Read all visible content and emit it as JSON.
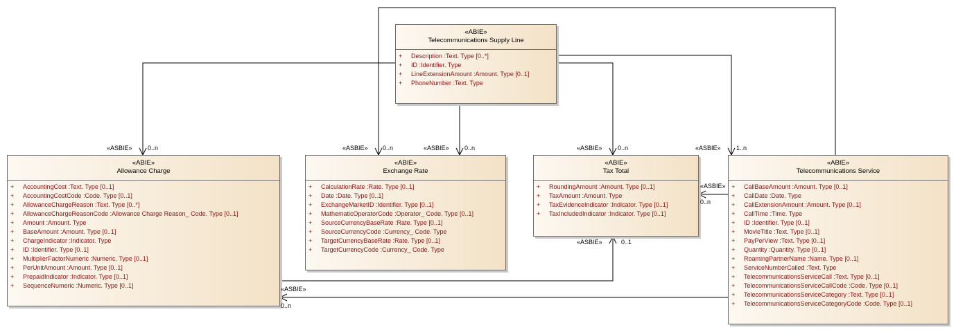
{
  "classes": {
    "supply_line": {
      "stereotype": "«ABIE»",
      "name": "Telecommunications Supply Line",
      "attributes": [
        {
          "vis": "+",
          "text": "Description  :Text. Type [0..*]"
        },
        {
          "vis": "+",
          "text": "ID  :Identifier. Type"
        },
        {
          "vis": "+",
          "text": "LineExtensionAmount  :Amount. Type [0..1]"
        },
        {
          "vis": "+",
          "text": "PhoneNumber  :Text. Type"
        }
      ]
    },
    "allowance_charge": {
      "stereotype": "«ABIE»",
      "name": "Allowance Charge",
      "attributes": [
        {
          "vis": "+",
          "text": "AccountingCost  :Text. Type [0..1]"
        },
        {
          "vis": "+",
          "text": "AccountingCostCode  :Code. Type [0..1]"
        },
        {
          "vis": "+",
          "text": "AllowanceChargeReason  :Text. Type [0..*]"
        },
        {
          "vis": "+",
          "text": "AllowanceChargeReasonCode  :Allowance Charge Reason_ Code. Type [0..1]"
        },
        {
          "vis": "+",
          "text": "Amount  :Amount. Type"
        },
        {
          "vis": "+",
          "text": "BaseAmount  :Amount. Type [0..1]"
        },
        {
          "vis": "+",
          "text": "ChargeIndicator  :Indicator. Type"
        },
        {
          "vis": "+",
          "text": "ID  :Identifier. Type [0..1]"
        },
        {
          "vis": "+",
          "text": "MultiplierFactorNumeric  :Numeric. Type [0..1]"
        },
        {
          "vis": "+",
          "text": "PerUnitAmount  :Amount. Type [0..1]"
        },
        {
          "vis": "+",
          "text": "PrepaidIndicator  :Indicator. Type [0..1]"
        },
        {
          "vis": "+",
          "text": "SequenceNumeric  :Numeric. Type [0..1]"
        }
      ]
    },
    "exchange_rate": {
      "stereotype": "«ABIE»",
      "name": "Exchange Rate",
      "attributes": [
        {
          "vis": "+",
          "text": "CalculationRate  :Rate. Type [0..1]"
        },
        {
          "vis": "+",
          "text": "Date  :Date. Type [0..1]"
        },
        {
          "vis": "+",
          "text": "ExchangeMarketID  :Identifier. Type [0..1]"
        },
        {
          "vis": "+",
          "text": "MathematicOperatorCode  :Operator_ Code. Type [0..1]"
        },
        {
          "vis": "+",
          "text": "SourceCurrencyBaseRate  :Rate. Type [0..1]"
        },
        {
          "vis": "+",
          "text": "SourceCurrencyCode  :Currency_ Code. Type"
        },
        {
          "vis": "+",
          "text": "TargetCurrencyBaseRate  :Rate. Type [0..1]"
        },
        {
          "vis": "+",
          "text": "TargetCurrencyCode  :Currency_ Code. Type"
        }
      ]
    },
    "tax_total": {
      "stereotype": "«ABIE»",
      "name": "Tax Total",
      "attributes": [
        {
          "vis": "+",
          "text": "RoundingAmount  :Amount. Type [0..1]"
        },
        {
          "vis": "+",
          "text": "TaxAmount  :Amount. Type"
        },
        {
          "vis": "+",
          "text": "TaxEvidenceIndicator  :Indicator. Type [0..1]"
        },
        {
          "vis": "+",
          "text": "TaxIncludedIndicator  :Indicator. Type [0..1]"
        }
      ]
    },
    "telecom_service": {
      "stereotype": "«ABIE»",
      "name": "Telecommunications Service",
      "attributes": [
        {
          "vis": "+",
          "text": "CallBaseAmount  :Amount. Type [0..1]"
        },
        {
          "vis": "+",
          "text": "CallDate  :Date. Type"
        },
        {
          "vis": "+",
          "text": "CallExtensionAmount  :Amount. Type [0..1]"
        },
        {
          "vis": "+",
          "text": "CallTime  :Time. Type"
        },
        {
          "vis": "+",
          "text": "ID  :Identifier. Type [0..1]"
        },
        {
          "vis": "+",
          "text": "MovieTitle  :Text. Type [0..1]"
        },
        {
          "vis": "+",
          "text": "PayPerView  :Text. Type [0..1]"
        },
        {
          "vis": "+",
          "text": "Quantity  :Quantity. Type [0..1]"
        },
        {
          "vis": "+",
          "text": "RoamingPartnerName  :Name. Type [0..1]"
        },
        {
          "vis": "+",
          "text": "ServiceNumberCalled  :Text. Type"
        },
        {
          "vis": "+",
          "text": "TelecommunicationsServiceCall  :Text. Type [0..1]"
        },
        {
          "vis": "+",
          "text": "TelecommunicationsServiceCallCode  :Code. Type [0..1]"
        },
        {
          "vis": "+",
          "text": "TelecommunicationsServiceCategory  :Text. Type [0..1]"
        },
        {
          "vis": "+",
          "text": "TelecommunicationsServiceCategoryCode  :Code. Type [0..1]"
        }
      ]
    }
  },
  "association_labels": {
    "allowance_role": "«ASBIE»",
    "allowance_mult": "0..n",
    "exchange_role_1": "«ASBIE»",
    "exchange_mult_1": "0..n",
    "exchange_role_2": "«ASBIE»",
    "exchange_mult_2": "0..n",
    "tax_role": "«ASBIE»",
    "tax_mult": "0..n",
    "service_role": "«ASBIE»",
    "service_mult": "1..n",
    "service_tax_role": "«ASBIE»",
    "service_tax_mult": "0..n",
    "tax_bottom_role": "«ASBIE»",
    "tax_bottom_mult": "0..1",
    "allowance_bottom_role": "«ASBIE»",
    "allowance_bottom_mult": "0..n"
  },
  "colors": {
    "attribute_text": "#8a1414",
    "box_gradient_start": "#fdf8f1",
    "box_gradient_end": "#f3e2c7",
    "line": "#000000"
  }
}
